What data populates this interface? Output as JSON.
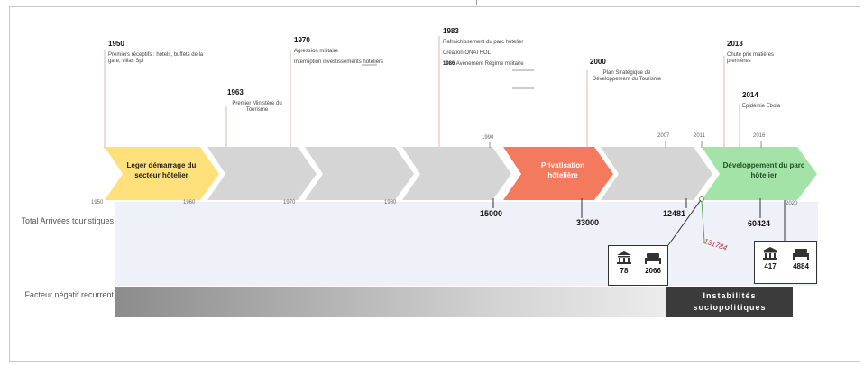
{
  "row_labels": {
    "arrivals": "Total Arrivées touristiques",
    "negative": "Facteur négatif recurrent"
  },
  "segments": {
    "s1": "Leger démarrage du secteur hôtelier",
    "s2": "Privatisation hôtelière",
    "s3": "Développement du parc hôtelier"
  },
  "axis": {
    "y1950": "1950",
    "y1960": "1960",
    "y1970": "1970",
    "y1980": "1980",
    "y1990": "1990",
    "y2007": "2007",
    "y2011": "2011",
    "y2016": "2016",
    "y2020": "2020"
  },
  "events": {
    "e1950": {
      "year": "1950",
      "text": "Premiers réceptifs : hôtels, buffets de la gare, villas Spi"
    },
    "e1963": {
      "year": "1963",
      "text": "Premier Ministère du Tourisme"
    },
    "e1970": {
      "year": "1970",
      "t1": "Agression militaire",
      "t2": "Interruption investissements hôteliers"
    },
    "e1983": {
      "year": "1983",
      "t1": "Rafraichissement du parc hôtelier",
      "t2": "Création ONATHOL",
      "t3_year": "1986",
      "t3": "Avènement Régime militaire"
    },
    "e2000": {
      "year": "2000",
      "text": "Plan Stratégique de Développement du Tourisme"
    },
    "e2013": {
      "year": "2013",
      "text": "Chute prix matières premières"
    },
    "e2014": {
      "year": "2014",
      "text": "Epidémie Ebola"
    }
  },
  "arrivals": {
    "v15000": "15000",
    "v33000": "33000",
    "v12481": "12481",
    "v131784": "131784",
    "v60424": "60424"
  },
  "stats": {
    "box1": {
      "hotels": "78",
      "rooms": "2066"
    },
    "box2": {
      "hotels": "417",
      "rooms": "4884"
    }
  },
  "negative_factor": "Instabilités sociopolitiques",
  "colors": {
    "yellow": "#ffe07a",
    "grey": "#d5d5d5",
    "red": "#f47a5e",
    "green": "#a4e3a8",
    "event_line": "#e7b2b2",
    "dark_box": "#3b3b3b"
  }
}
